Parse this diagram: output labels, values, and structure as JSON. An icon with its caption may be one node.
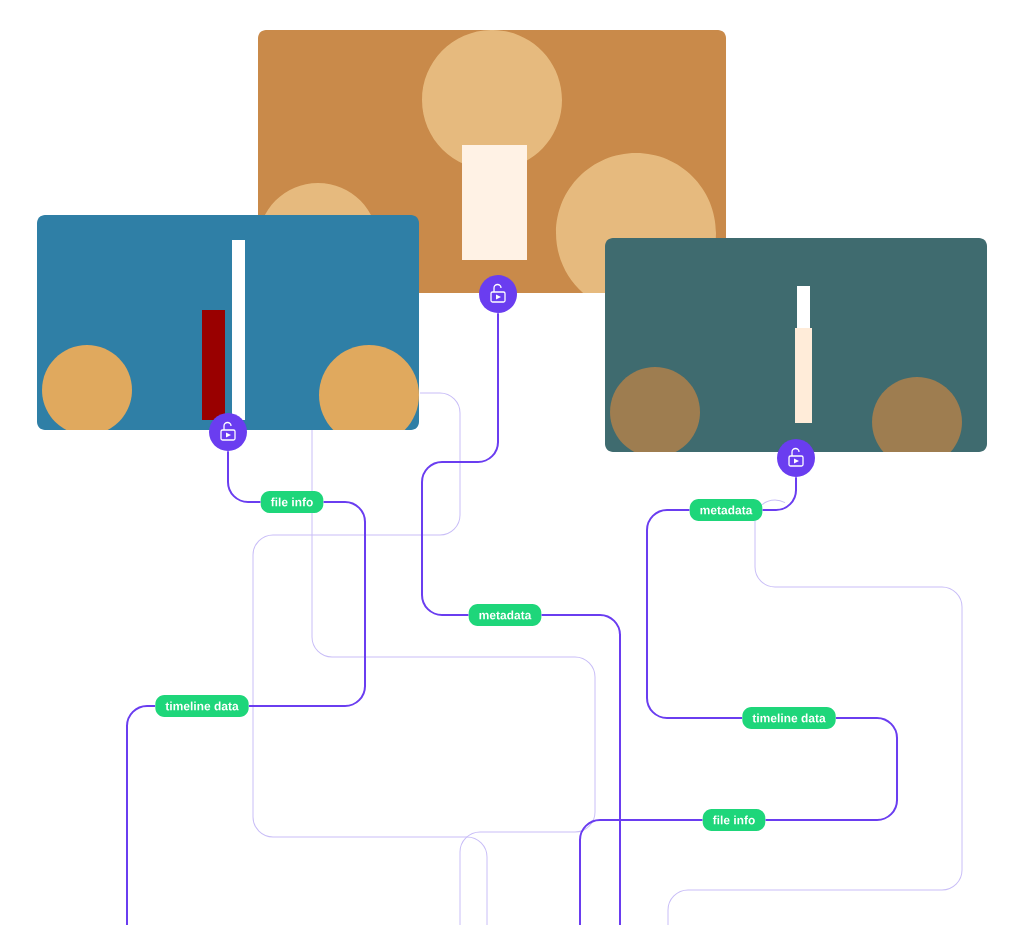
{
  "diagram": {
    "nodes": [
      {
        "text": [],
        "shape": "picture"
      },
      {
        "text": [],
        "shape": "picture"
      },
      {
        "text": [],
        "shape": "picture"
      },
      {
        "text": [],
        "shape": "circle"
      },
      {
        "text": [],
        "shape": "circle"
      },
      {
        "text": [],
        "shape": "circle"
      },
      {
        "text": [
          "file info"
        ]
      },
      {
        "text": [
          "timeline data"
        ]
      },
      {
        "text": [
          "metadata"
        ]
      },
      {
        "text": [
          "metadata"
        ]
      },
      {
        "text": [
          "timeline data"
        ]
      },
      {
        "text": [
          "file info"
        ]
      }
    ],
    "edges": [
      {
        "from": 3,
        "to": 6,
        "arrow": "none"
      },
      {
        "from": 6,
        "to": 7,
        "arrow": "none"
      },
      {
        "from": 7,
        "to": null,
        "arrow": "none"
      },
      {
        "from": 4,
        "to": 8,
        "arrow": "none"
      },
      {
        "from": 8,
        "to": null,
        "arrow": "none"
      },
      {
        "from": 5,
        "to": 9,
        "arrow": "none"
      },
      {
        "from": 9,
        "to": 10,
        "arrow": "none"
      },
      {
        "from": 10,
        "to": 11,
        "arrow": "none"
      },
      {
        "from": 11,
        "to": null,
        "arrow": "none"
      }
    ]
  }
}
